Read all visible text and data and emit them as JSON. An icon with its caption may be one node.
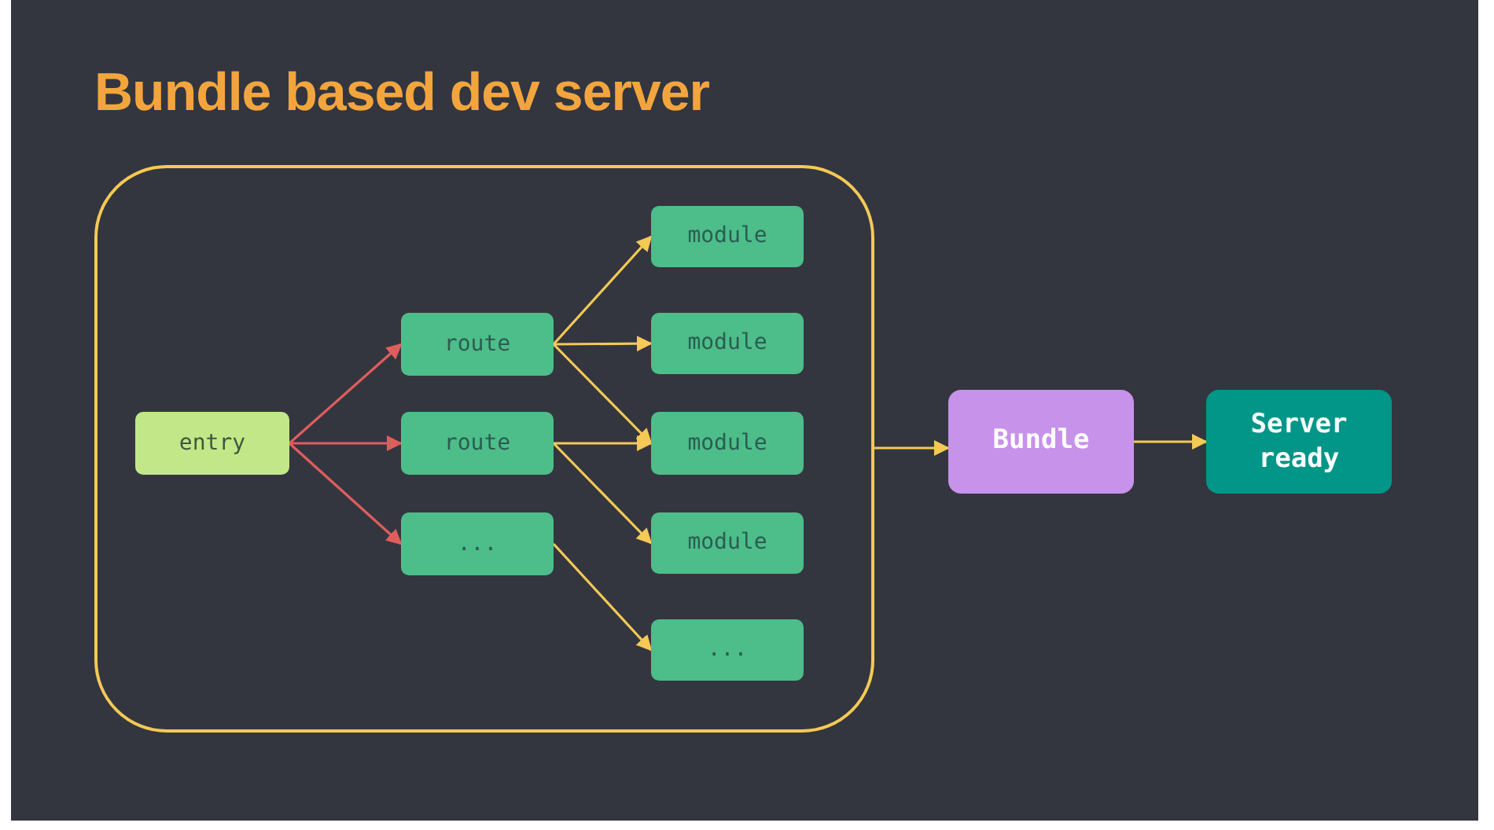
{
  "diagram": {
    "title": "Bundle based dev server",
    "nodes": [
      {
        "text": [],
        "shape": "box"
      },
      {
        "text": [
          "entry"
        ],
        "in": 0
      },
      {
        "text": [
          "route"
        ],
        "in": 0
      },
      {
        "text": [
          "route"
        ],
        "in": 0
      },
      {
        "text": [
          "..."
        ],
        "in": 0
      },
      {
        "text": [
          "module"
        ],
        "in": 0
      },
      {
        "text": [
          "module"
        ],
        "in": 0
      },
      {
        "text": [
          "module"
        ],
        "in": 0
      },
      {
        "text": [
          "module"
        ],
        "in": 0
      },
      {
        "text": [
          "..."
        ],
        "in": 0
      },
      {
        "text": [
          "Bundle"
        ]
      },
      {
        "text": [
          "Server ready"
        ]
      }
    ],
    "edges": [
      {
        "from": 1,
        "to": 2,
        "arrow": "to",
        "color": "#e05d5d"
      },
      {
        "from": 1,
        "to": 3,
        "arrow": "to",
        "color": "#e05d5d"
      },
      {
        "from": 1,
        "to": 4,
        "arrow": "to",
        "color": "#e05d5d"
      },
      {
        "from": 2,
        "to": 5,
        "arrow": "to"
      },
      {
        "from": 2,
        "to": 6,
        "arrow": "to"
      },
      {
        "from": 2,
        "to": 7,
        "arrow": "to"
      },
      {
        "from": 3,
        "to": 7,
        "arrow": "to"
      },
      {
        "from": 3,
        "to": 8,
        "arrow": "to"
      },
      {
        "from": 4,
        "to": 9,
        "arrow": "to"
      },
      {
        "from": 0,
        "to": 10,
        "arrow": "to"
      },
      {
        "from": 10,
        "to": 11,
        "arrow": "to"
      }
    ]
  }
}
